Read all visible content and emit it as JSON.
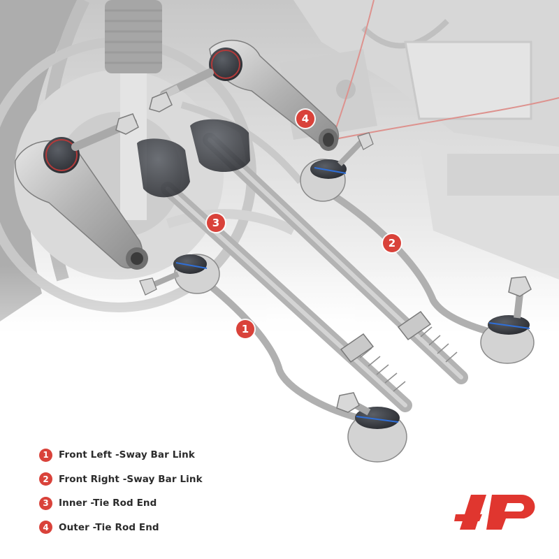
{
  "markers": [
    {
      "number": "4",
      "label_ref": "Outer -Tie Rod End"
    },
    {
      "number": "3",
      "label_ref": "Inner -Tie Rod End"
    },
    {
      "number": "2",
      "label_ref": "Front Right -Sway Bar Link"
    },
    {
      "number": "1",
      "label_ref": "Front Left -Sway Bar Link"
    }
  ],
  "legend": [
    {
      "number": "1",
      "label": "Front Left -Sway Bar Link"
    },
    {
      "number": "2",
      "label": "Front Right -Sway Bar Link"
    },
    {
      "number": "3",
      "label": "Inner -Tie Rod End"
    },
    {
      "number": "4",
      "label": "Outer -Tie Rod End"
    }
  ],
  "colors": {
    "accent": "#d9423a",
    "metal": "#b9b9b9",
    "rubber": "#3a3d44",
    "seal_blue": "#2f6fd8"
  },
  "icons": {
    "logo": "brand-logo-icon"
  }
}
